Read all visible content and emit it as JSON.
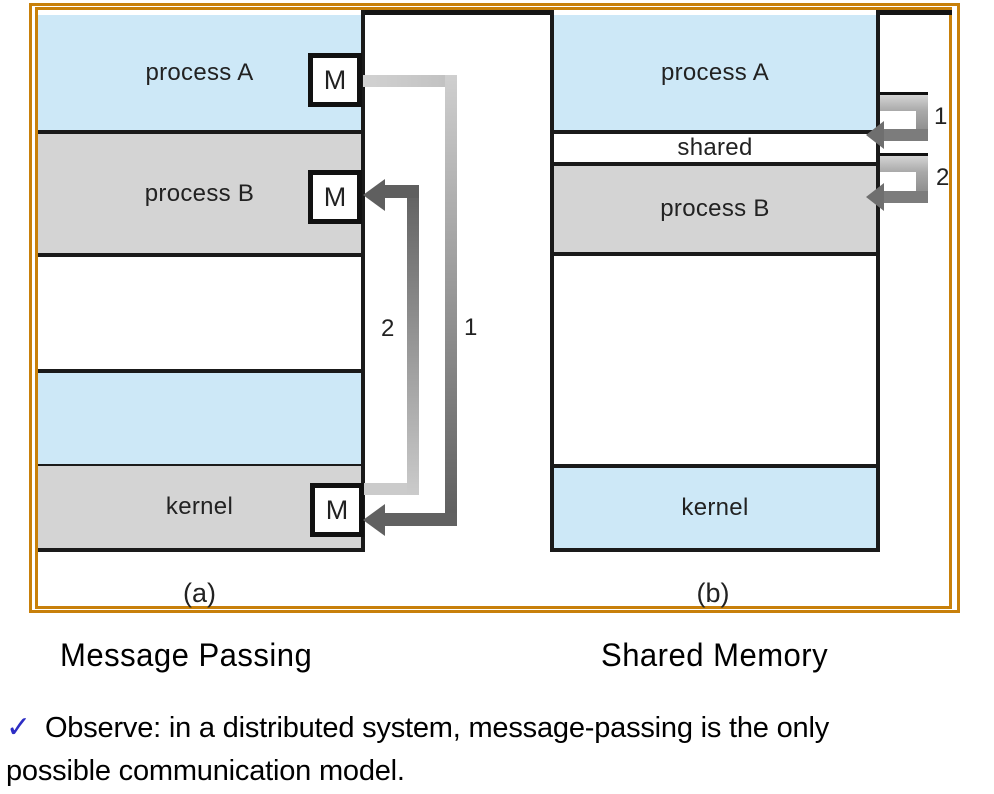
{
  "figure": {
    "panels": {
      "a": {
        "caption": "(a)",
        "title": "Message Passing",
        "process_a": "process A",
        "process_b": "process B",
        "kernel": "kernel",
        "message_label": "M",
        "step1": "1",
        "step2": "2"
      },
      "b": {
        "caption": "(b)",
        "title": "Shared Memory",
        "process_a": "process A",
        "shared": "shared",
        "process_b": "process B",
        "kernel": "kernel",
        "step1": "1",
        "step2": "2"
      }
    }
  },
  "note": {
    "check_icon": "✓",
    "line1": "Observe: in a distributed system, message-passing is the only",
    "line2": "possible communication model."
  },
  "colors": {
    "frame_orange": "#c8800a",
    "process_blue": "#cde8f7",
    "process_gray": "#d4d4d4",
    "arrow_dark": "#5f5f5f",
    "arrow_light": "#cbcbcb",
    "line_black": "#1a1a1a",
    "check_blue": "#2d2dc4"
  }
}
